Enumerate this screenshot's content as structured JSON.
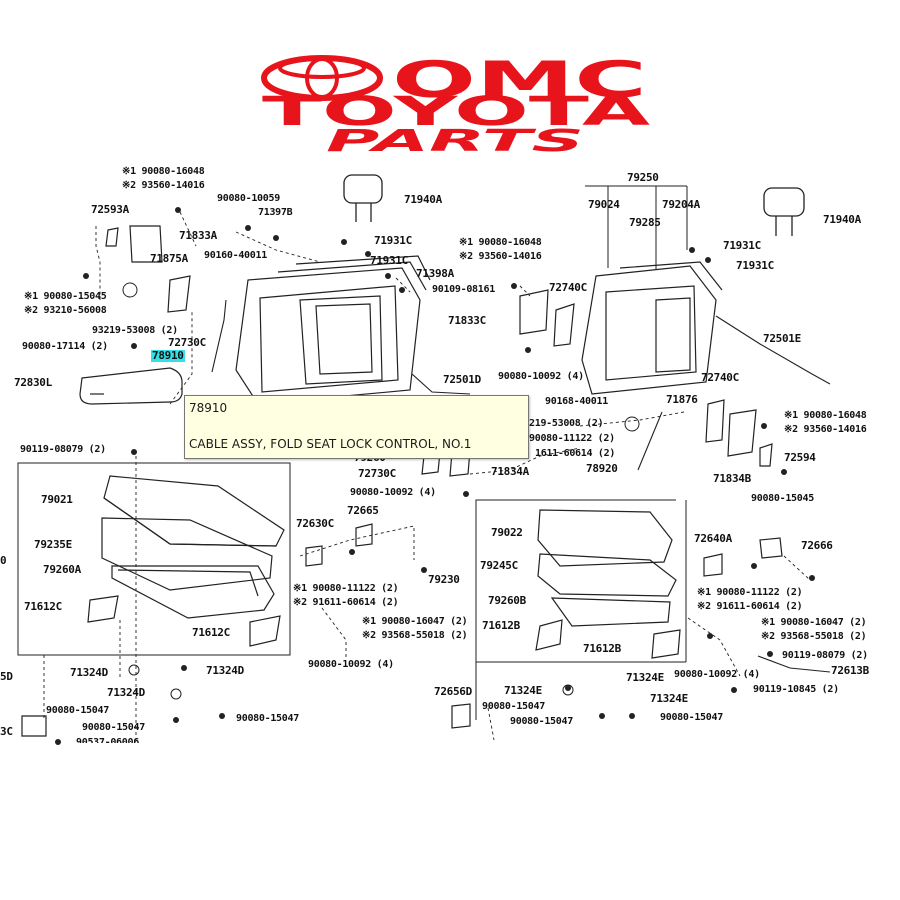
{
  "brand": {
    "line1": "OMC",
    "line2": "TOYOTA",
    "line3": "PARTS",
    "color": "#e8141c"
  },
  "tooltip": {
    "code": "78910",
    "description": "CABLE ASSY, FOLD SEAT LOCK CONTROL, NO.1"
  },
  "highlight_color": "#33e0e8",
  "labels": [
    "※1 90080-16048",
    "※2 93560-14016",
    "90080-10059",
    "71397B",
    "71940A",
    "72593A",
    "71833A",
    "71931C",
    "※1 90080-16048",
    "※2 93560-14016",
    "90160-40011",
    "71875A",
    "71931C",
    "71398A",
    "※1 90080-15045",
    "※2 93210-56008",
    "90109-08161",
    "93219-53008 (2)",
    "72730C",
    "90080-17114 (2)",
    "78910",
    "72830L",
    "72501D",
    "79250",
    "79024",
    "79285",
    "79204A",
    "71940A",
    "71931C",
    "71931C",
    "72740C",
    "71833C",
    "72501E",
    "90080-10092 (4)",
    "72740C",
    "90168-40011",
    "71876",
    "219-53008 (2)",
    "90080-11122 (2)",
    "1611-60614 (2)",
    "78920",
    "※1 90080-16048",
    "※2 93560-14016",
    "71834B",
    "72594",
    "90080-15045",
    "90119-08079 (2)",
    "79021",
    "79235E",
    "79260A",
    "71612C",
    "71612C",
    "79260",
    "72730C",
    "71834A",
    "90080-10092 (4)",
    "72630C",
    "72665",
    "※1 90080-11122 (2)",
    "※2 91611-60614 (2)",
    "※1 90080-16047 (2)",
    "※2 93568-55018 (2)",
    "79230",
    "90080-10092 (4)",
    "79022",
    "79245C",
    "79260B",
    "71612B",
    "71612B",
    "72640A",
    "72666",
    "※1 90080-11122 (2)",
    "※2 91611-60614 (2)",
    "※1 90080-16047 (2)",
    "※2 93568-55018 (2)",
    "90119-08079 (2)",
    "72613B",
    "90119-10845 (2)",
    "71324D",
    "71324D",
    "71324D",
    "90080-15047",
    "90080-15047",
    "90080-15047",
    "72656D",
    "71324E",
    "71324E",
    "71324E",
    "90080-15047",
    "90080-15047",
    "90080-15047",
    "90080-10092 (4)",
    "5D",
    "3C",
    "90537-06006",
    "0"
  ]
}
